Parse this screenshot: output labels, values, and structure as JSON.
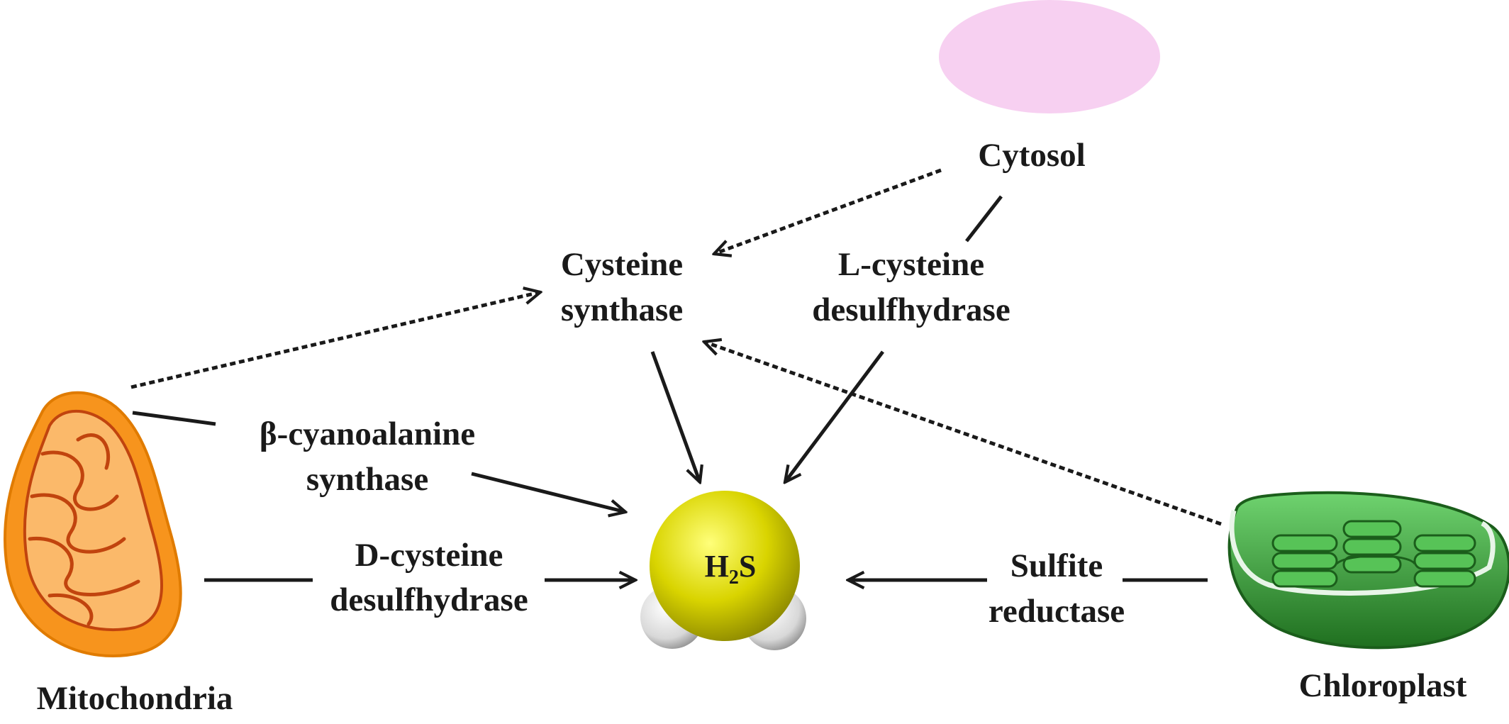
{
  "organelles": {
    "cytosol": "Cytosol",
    "mitochondria": "Mitochondria",
    "chloroplast": "Chloroplast"
  },
  "enzymes": {
    "cysteine_synthase": [
      "Cysteine",
      "synthase"
    ],
    "l_cysteine_desulfhydrase": [
      "L-cysteine",
      "desulfhydrase"
    ],
    "beta_cyanoalanine_synthase": [
      "β-cyanoalanine",
      "synthase"
    ],
    "d_cysteine_desulfhydrase": [
      "D-cysteine",
      "desulfhydrase"
    ],
    "sulfite_reductase": [
      "Sulfite",
      "reductase"
    ]
  },
  "molecule": {
    "main": "H",
    "subscript": "2",
    "tail": "S"
  },
  "colors": {
    "cytosol": "#f7d0f1",
    "mitochondria_outer": "#f7941d",
    "mitochondria_inner": "#fbb96a",
    "mitochondria_cristae": "#c1440e",
    "chloroplast_outer": "#2e8b2e",
    "chloroplast_inner": "#57c357",
    "sulfur": "#d9d400",
    "hydrogen": "#e8e8e8"
  }
}
